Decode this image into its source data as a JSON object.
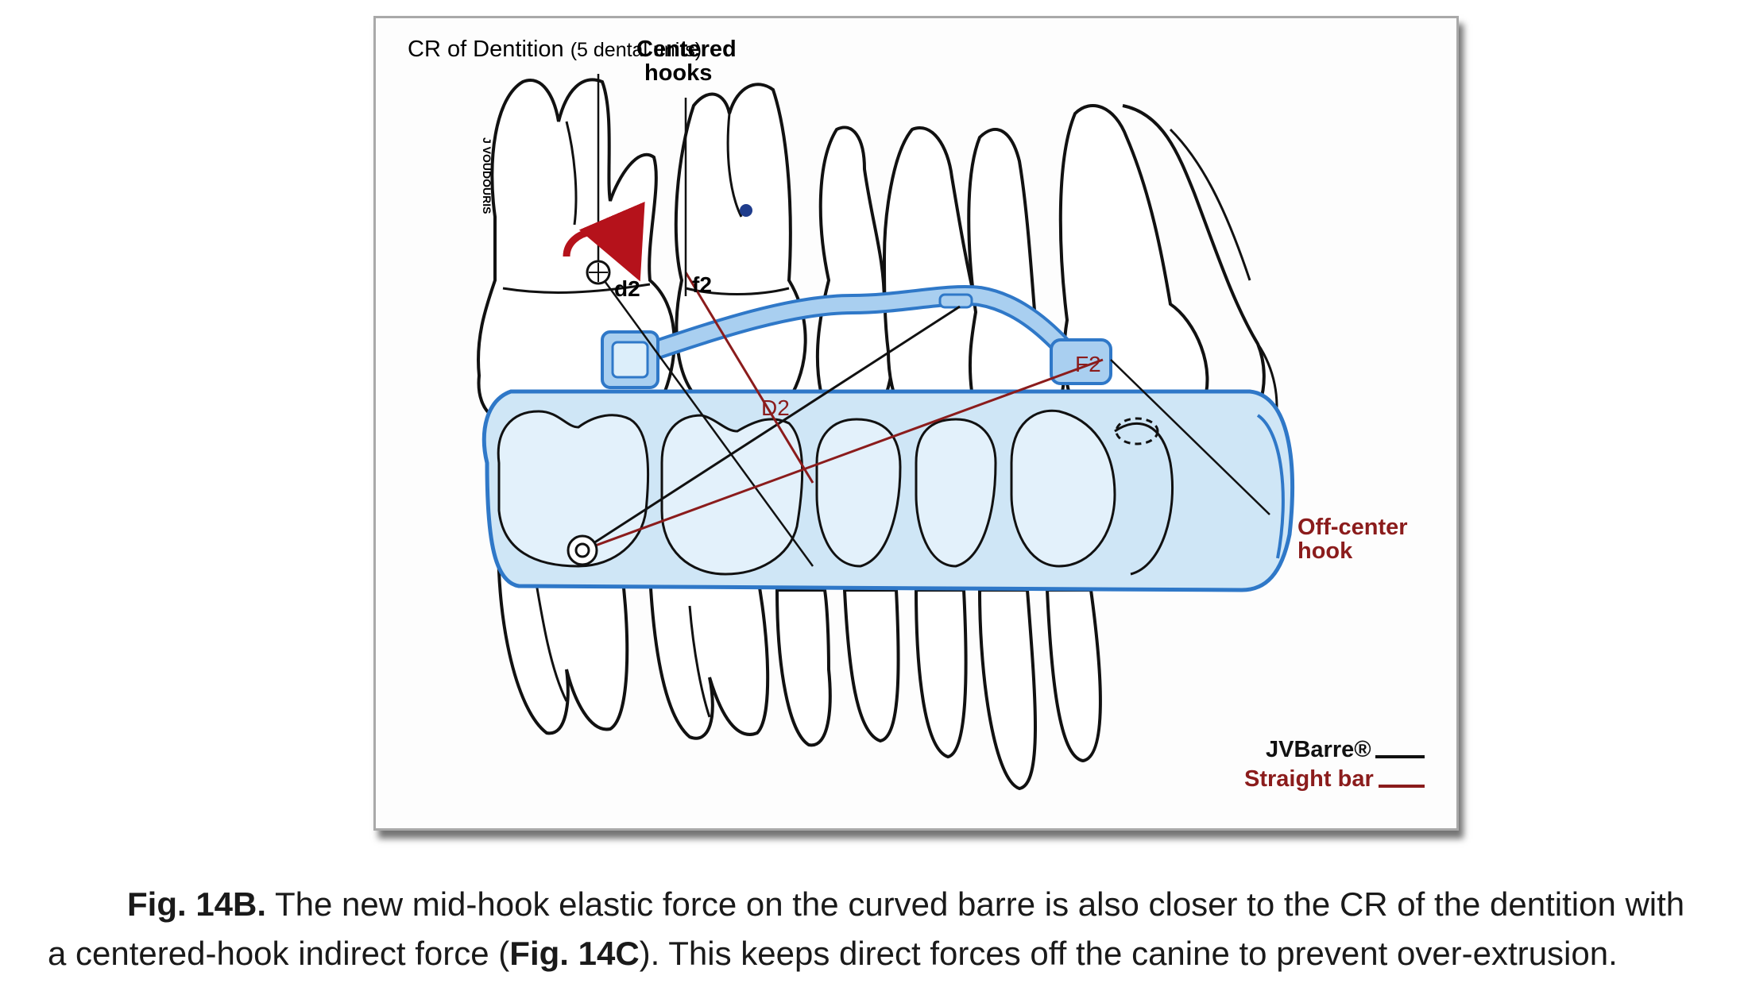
{
  "figure": {
    "labels": {
      "cr_title": "CR of Dentition",
      "cr_subtitle": "(5 dental units)",
      "centered_hooks_line1": "Centered",
      "centered_hooks_line2": "hooks",
      "d2": "d2",
      "f2": "f2",
      "D2": "D2",
      "F2": "F2",
      "off_center_line1": "Off-center",
      "off_center_line2": "hook",
      "artist_signature": "J VOUDOURIS"
    },
    "legend": [
      {
        "label": "JVBarre®",
        "color": "#111111"
      },
      {
        "label": "Straight bar",
        "color": "#8b1c1c"
      }
    ],
    "colors": {
      "outline": "#111111",
      "aligner_stroke": "#2f78c8",
      "aligner_fill": "#cfe6f6",
      "barre_fill": "#a9cff0",
      "dark_red": "#8b1c1c",
      "rotation_arrow": "#b5121b",
      "center_dot": "#1f3c8c"
    }
  },
  "caption": {
    "fig_label": "Fig. 14B.",
    "line1_text": " The new mid-hook elastic force on the curved barre is also closer to the CR of the dentition with",
    "line2_prefix": "a centered-hook indirect force (",
    "line2_ref": "Fig. 14C",
    "line2_suffix": ").  This keeps direct forces off the canine to prevent over-extrusion."
  }
}
